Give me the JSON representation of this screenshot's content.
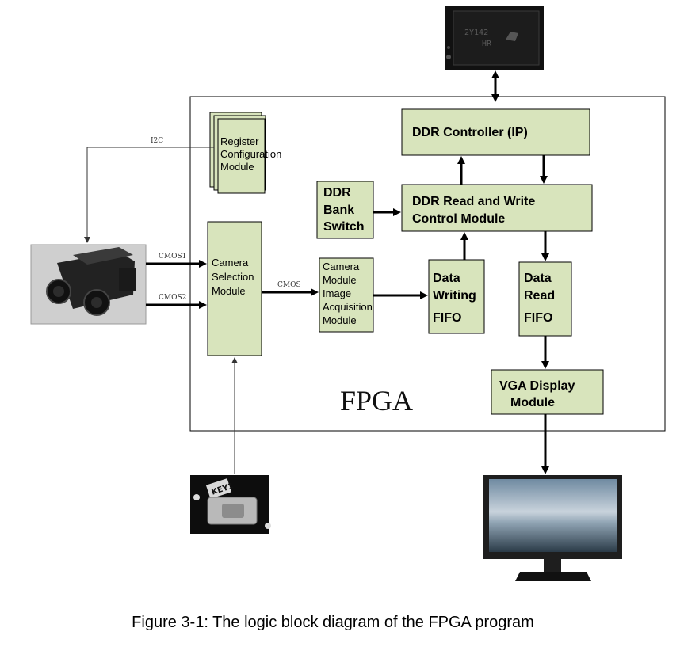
{
  "labels": {
    "register_1": "Register",
    "register_2": "Configuration",
    "register_3": "Module",
    "camsel_1": "Camera",
    "camsel_2": "Selection",
    "camsel_3": "Module",
    "acq_1": "Camera",
    "acq_2": "Module",
    "acq_3": "Image",
    "acq_4": "Acquisition",
    "acq_5": "Module",
    "ddr_ctrl": "DDR Controller (IP)",
    "ddr_rw_1": "DDR Read and Write",
    "ddr_rw_2": "Control Module",
    "bank_1": "DDR",
    "bank_2": "Bank",
    "bank_3": "Switch",
    "wfifo_1": "Data",
    "wfifo_2": "Writing",
    "wfifo_3": "FIFO",
    "rfifo_1": "Data",
    "rfifo_2": "Read",
    "rfifo_3": "FIFO",
    "vga_1": "VGA Display",
    "vga_2": "Module",
    "fpga": "FPGA",
    "i2c": "I2C",
    "cmos1": "CMOS1",
    "cmos2": "CMOS2",
    "cmos": "CMOS",
    "ddr_chip_1": "2Y142",
    "ddr_chip_2": "HR",
    "key_label": "KEY1"
  },
  "caption": "Figure 3-1: The logic block diagram of the FPGA program"
}
